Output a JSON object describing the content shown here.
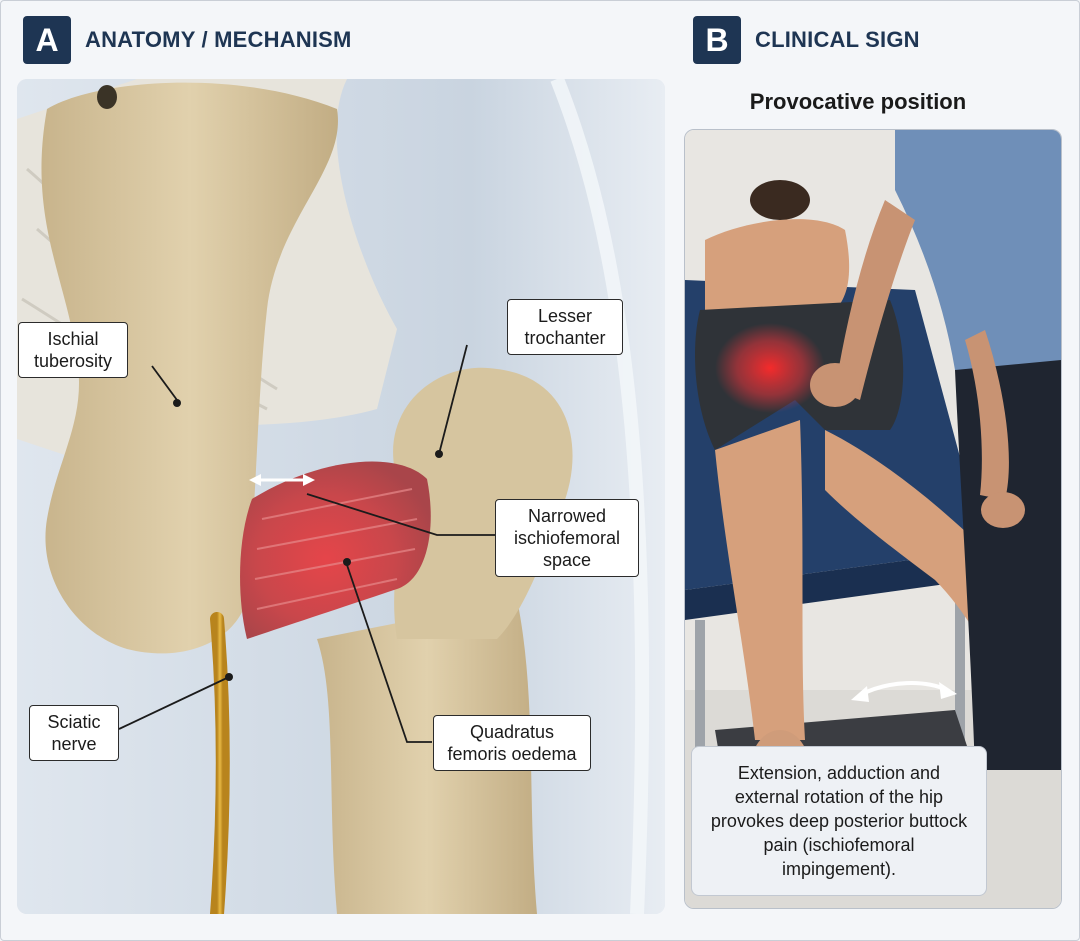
{
  "panels": {
    "a": {
      "badge": "A",
      "title": "ANATOMY / MECHANISM",
      "labels": {
        "ischial_tuberosity": [
          "Ischial",
          "tuberosity"
        ],
        "lesser_trochanter": [
          "Lesser",
          "trochanter"
        ],
        "narrowed_space": [
          "Narrowed",
          "ischiofemoral",
          "space"
        ],
        "sciatic_nerve": [
          "Sciatic",
          "nerve"
        ],
        "quadratus_femoris": [
          "Quadratus",
          "femoris oedema"
        ]
      }
    },
    "b": {
      "badge": "B",
      "title": "CLINICAL SIGN",
      "subtitle": "Provocative position",
      "caption": "Extension, adduction and external rotation of the hip provokes deep posterior buttock pain (ischiofemoral impingement)."
    }
  },
  "colors": {
    "badge": "#1e3553",
    "bone": "#d9c7a1",
    "muscle_inflamed": "#c8343a",
    "nerve": "#d9a531",
    "ligament": "#e9e6df",
    "table": "#24406a",
    "shirt": "#6f8fb8",
    "shorts": "#2f3338"
  },
  "icons": [
    "double-arrow-icon",
    "rotation-arrow-icon"
  ]
}
